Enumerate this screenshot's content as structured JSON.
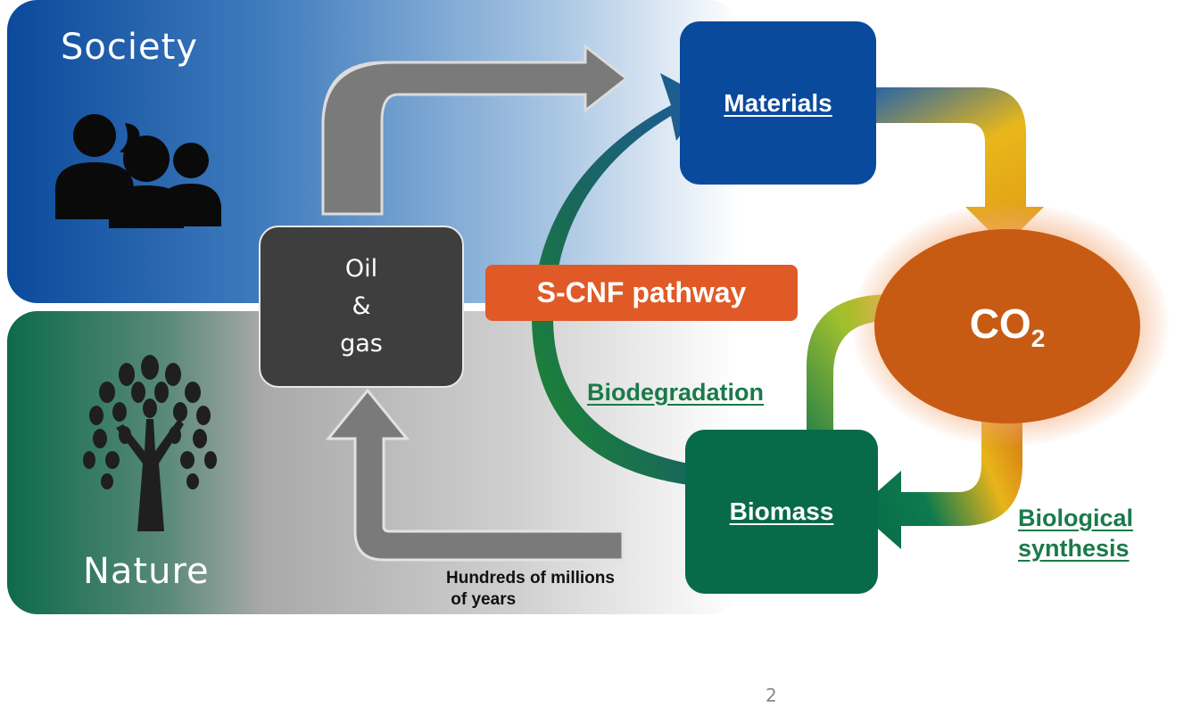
{
  "society": {
    "label": "Society"
  },
  "nature": {
    "label": "Nature"
  },
  "oil_box": {
    "line1": "Oil",
    "line2": "&",
    "line3": "gas"
  },
  "materials": {
    "label": "Materials"
  },
  "biomass": {
    "label": "Biomass"
  },
  "co2": {
    "label": "CO",
    "subscript": "2"
  },
  "scnf": {
    "label": "S-CNF pathway"
  },
  "biodegradation": {
    "label": "Biodegradation"
  },
  "biological_synthesis": {
    "line1": "Biological",
    "line2": "synthesis"
  },
  "hundreds_note": {
    "text": "Hundreds of millions\n of years"
  },
  "page_number": "2",
  "colors": {
    "society_blue": "#0b4a9c",
    "nature_green": "#0d6a4a",
    "oil_box": "#3e3e3e",
    "materials_box": "#0a4a9c",
    "biomass_box": "#076a48",
    "co2": "#c75b14",
    "scnf_badge": "#e05a27",
    "link_green": "#1b7a4a",
    "gray_arrow": "#7a7a7a"
  }
}
